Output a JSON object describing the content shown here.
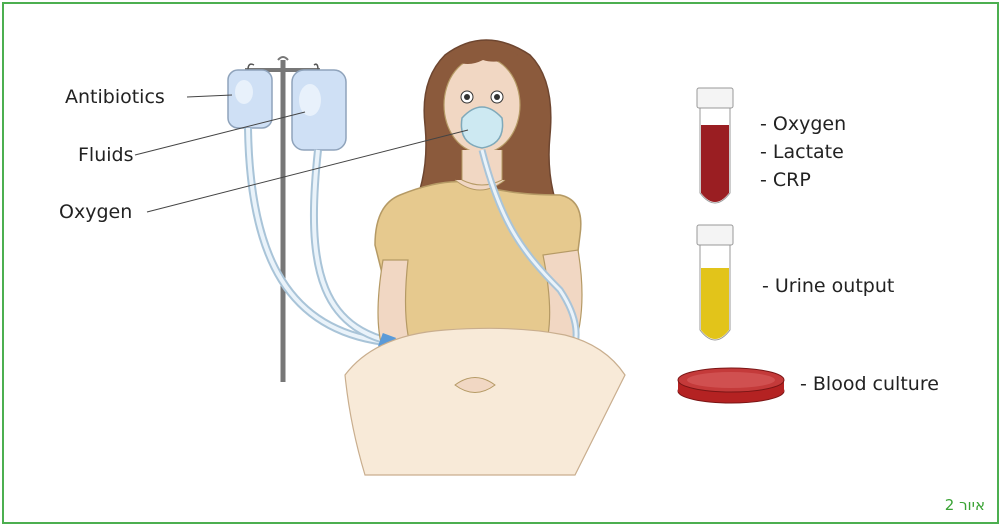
{
  "labels": {
    "antibiotics": "Antibiotics",
    "fluids": "Fluids",
    "oxygen_line": "Oxygen",
    "blood_tube_items": [
      "- Oxygen",
      "- Lactate",
      "- CRP"
    ],
    "urine": "- Urine output",
    "culture": "- Blood culture"
  },
  "caption": "איור 2",
  "colors": {
    "frame": "#4caf50",
    "caption": "#3aa335",
    "blood": "#9a1e22",
    "urine": "#e2c41a",
    "iv_bag": "#cfe0f5",
    "shirt": "#e6c98e",
    "hair": "#8b5a3c",
    "skin": "#f1d7c3",
    "sheet": "#f8ead8"
  }
}
